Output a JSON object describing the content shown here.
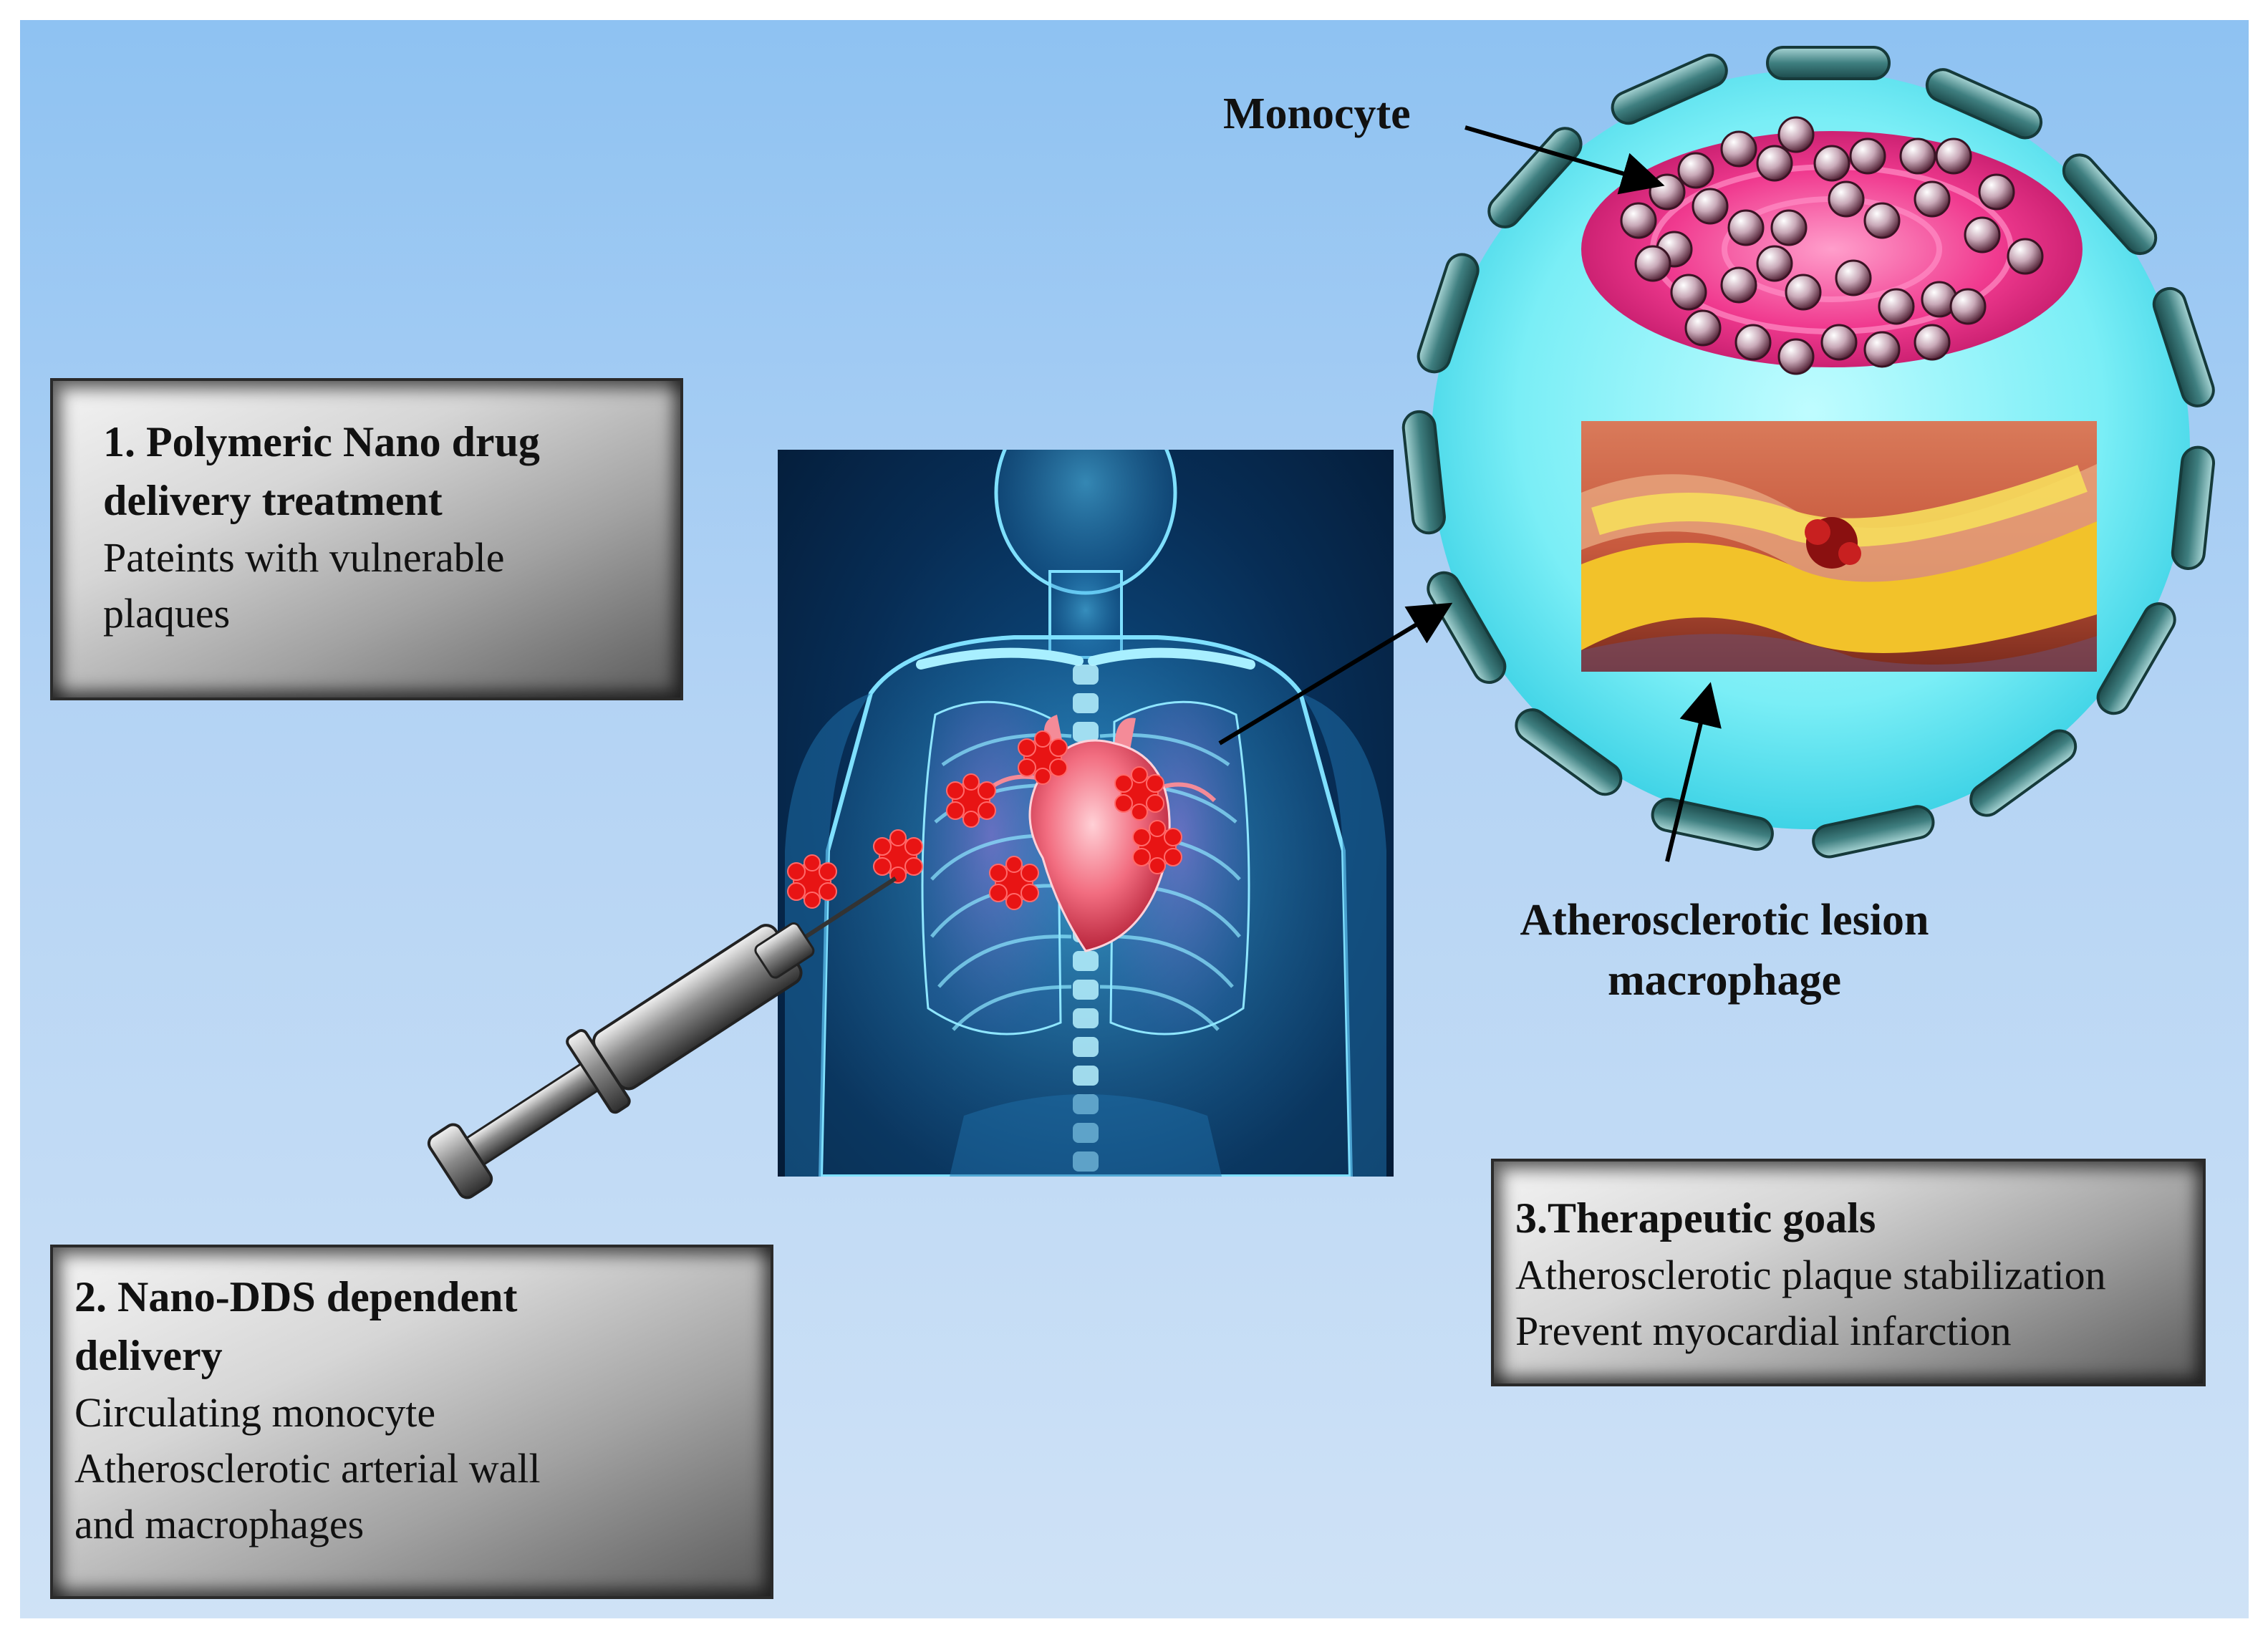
{
  "box1": {
    "title_line1": "1. Polymeric Nano drug",
    "title_line2": "delivery treatment",
    "body_line1": "Pateints with vulnerable",
    "body_line2": "plaques"
  },
  "box2": {
    "title_line1": "2. Nano-DDS dependent",
    "title_line2": "delivery",
    "body_line1": "Circulating monocyte",
    "body_line2": "Atherosclerotic arterial wall",
    "body_line3": "and macrophages"
  },
  "box3": {
    "title": "3.Therapeutic goals",
    "body_line1": "Atherosclerotic plaque stabilization",
    "body_line2": "Prevent myocardial infarction"
  },
  "labels": {
    "monocyte": "Monocyte",
    "lesion_line1": "Atherosclerotic lesion",
    "lesion_line2": "macrophage"
  },
  "colors": {
    "background": "#a9cdf2",
    "cell_fill": "#7ef0f7",
    "membrane": "#2f6c6c",
    "nucleus": "#e0308a",
    "nanoparticle": "#e01818",
    "plaque": "#f2c22a"
  }
}
